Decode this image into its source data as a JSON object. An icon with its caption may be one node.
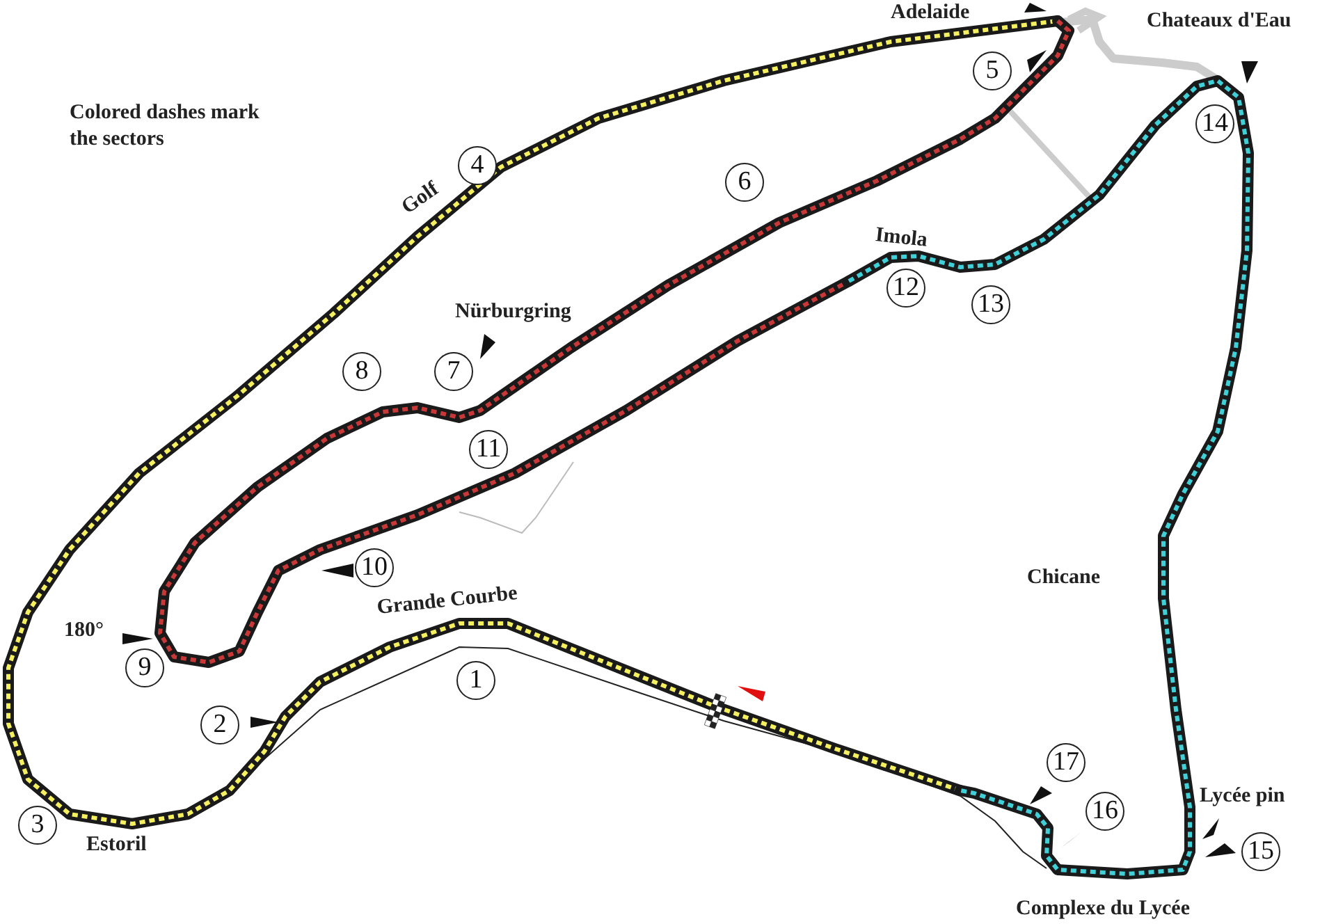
{
  "diagram": {
    "nodes": [
      {
        "text": [
          "1"
        ]
      },
      {
        "text": [
          "2"
        ]
      },
      {
        "text": [
          "3"
        ]
      },
      {
        "text": [
          "4"
        ]
      },
      {
        "text": [
          "5"
        ]
      },
      {
        "text": [
          "6"
        ]
      },
      {
        "text": [
          "7"
        ]
      },
      {
        "text": [
          "8"
        ]
      },
      {
        "text": [
          "9"
        ]
      },
      {
        "text": [
          "10"
        ]
      },
      {
        "text": [
          "11"
        ]
      },
      {
        "text": [
          "12"
        ]
      },
      {
        "text": [
          "13"
        ]
      },
      {
        "text": [
          "14"
        ]
      },
      {
        "text": [
          "15"
        ]
      },
      {
        "text": [
          "16"
        ]
      },
      {
        "text": [
          "17"
        ]
      }
    ],
    "labels": [
      "Adelaide",
      "Chateaux d'Eau",
      "Colored dashes mark the sectors",
      "Golf",
      "Imola",
      "Nürburgring",
      "Chicane",
      "Grande Courbe",
      "180°",
      "Estoril",
      "Lycée pin",
      "Complexe du Lycée"
    ]
  }
}
